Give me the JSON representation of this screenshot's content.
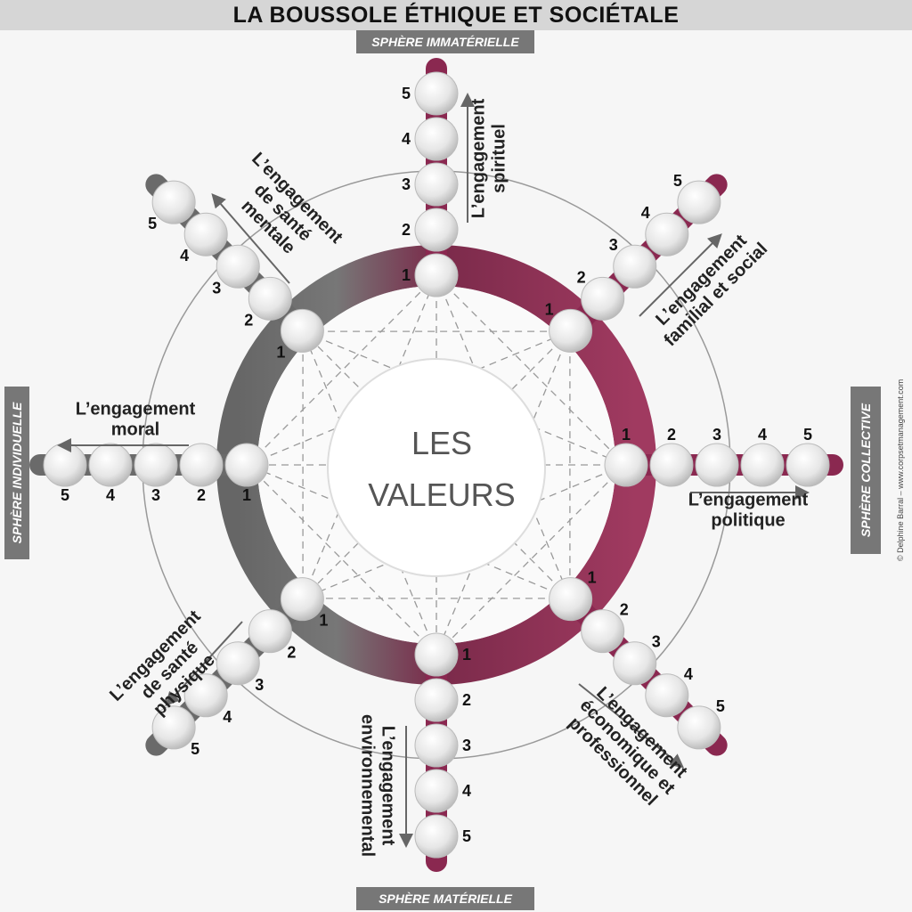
{
  "title": "LA BOUSSOLE ÉTHIQUE ET SOCIÉTALE",
  "spheres": {
    "top": "SPHÈRE IMMATÉRIELLE",
    "bottom": "SPHÈRE MATÉRIELLE",
    "left": "SPHÈRE INDIVIDUELLE",
    "right": "SPHÈRE COLLECTIVE"
  },
  "center": {
    "line1": "LES",
    "line2": "VALEURS"
  },
  "credit": "© Delphine Barral – www.corpsetmanagement.com",
  "colors": {
    "maroon": "#8a2850",
    "gray": "#6a6a6a",
    "sphere_box": "#777777"
  },
  "levels": [
    "1",
    "2",
    "3",
    "4",
    "5"
  ],
  "arms": [
    {
      "id": "spirituel",
      "lines": [
        "L’engagement",
        "spirituel"
      ]
    },
    {
      "id": "familial",
      "lines": [
        "L’engagement",
        "familial et social"
      ]
    },
    {
      "id": "politique",
      "lines": [
        "L’engagement",
        "politique"
      ]
    },
    {
      "id": "economique",
      "lines": [
        "L’engagement",
        "économique et",
        "professionnel"
      ]
    },
    {
      "id": "environnemental",
      "lines": [
        "L’engagement",
        "environnemental"
      ]
    },
    {
      "id": "sante-physique",
      "lines": [
        "L’engagement",
        "de santé",
        "physique"
      ]
    },
    {
      "id": "moral",
      "lines": [
        "L’engagement",
        "moral"
      ]
    },
    {
      "id": "sante-mentale",
      "lines": [
        "L’engagement",
        "de santé",
        "mentale"
      ]
    }
  ]
}
